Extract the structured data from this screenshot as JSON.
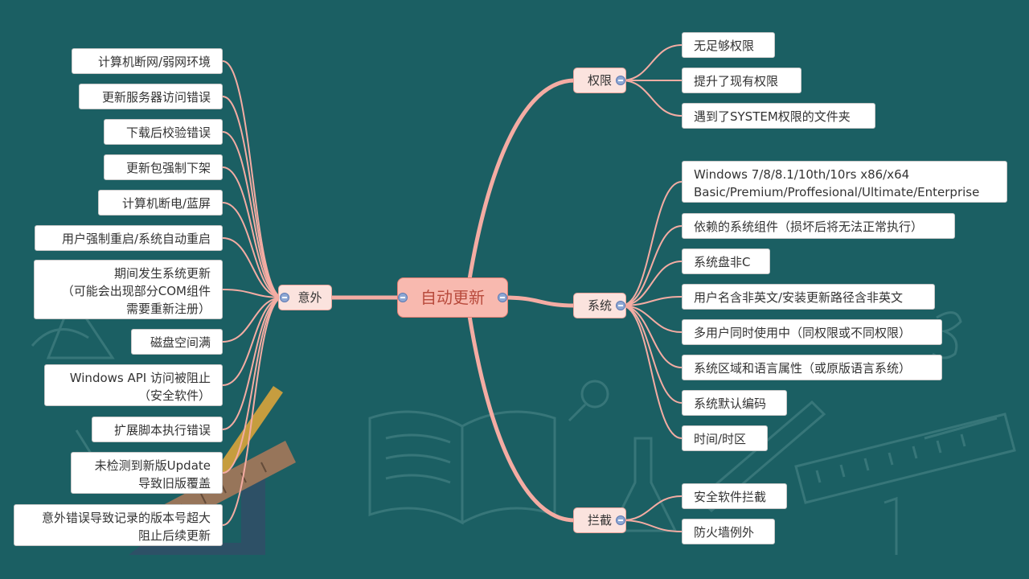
{
  "root": {
    "label": "自动更新"
  },
  "branches": {
    "permission": {
      "label": "权限",
      "items": [
        "无足够权限",
        "提升了现有权限",
        "遇到了SYSTEM权限的文件夹"
      ]
    },
    "system": {
      "label": "系统",
      "items": [
        "Windows 7/8/8.1/10th/10rs x86/x64\nBasic/Premium/Proffesional/Ultimate/Enterprise",
        "依赖的系统组件（损坏后将无法正常执行）",
        "系统盘非C",
        "用户名含非英文/安装更新路径含非英文",
        "多用户同时使用中（同权限或不同权限）",
        "系统区域和语言属性（或原版语言系统）",
        "系统默认编码",
        "时间/时区"
      ]
    },
    "block": {
      "label": "拦截",
      "items": [
        "安全软件拦截",
        "防火墙例外"
      ]
    },
    "accident": {
      "label": "意外",
      "items": [
        "计算机断网/弱网环境",
        "更新服务器访问错误",
        "下载后校验错误",
        "更新包强制下架",
        "计算机断电/蓝屏",
        "用户强制重启/系统自动重启",
        "期间发生系统更新\n（可能会出现部分COM组件\n需要重新注册）",
        "磁盘空间满",
        "Windows API 访问被阻止\n（安全软件）",
        "扩展脚本执行错误",
        "未检测到新版Update\n导致旧版覆盖",
        "意外错误导致记录的版本号超大\n阻止后续更新"
      ]
    }
  },
  "colors": {
    "background": "#1b5f63",
    "link": "#f4aca3",
    "root_fill": "#f8b9af",
    "root_text": "#b84a3c",
    "branch_fill": "#fbe3de",
    "leaf_fill": "#ffffff",
    "collapse_icon": "#8ea7d3"
  }
}
